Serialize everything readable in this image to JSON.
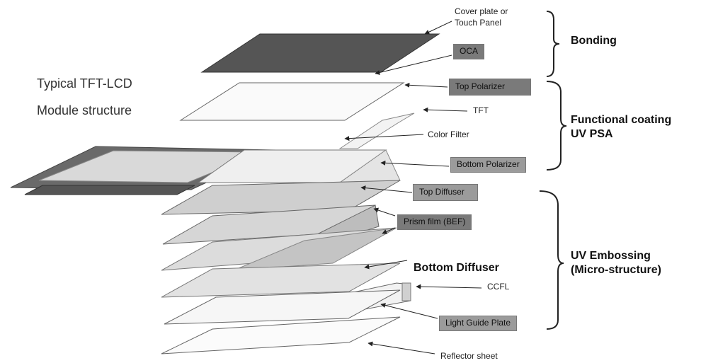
{
  "title": {
    "line1": "Typical TFT-LCD",
    "line2": "Module structure"
  },
  "layers": {
    "cover": {
      "line1": "Cover plate or",
      "line2": "Touch Panel"
    },
    "oca": "OCA",
    "top_polarizer": "Top Polarizer",
    "tft": "TFT",
    "color_filter": "Color Filter",
    "bottom_polarizer": "Bottom Polarizer",
    "top_diffuser": "Top Diffuser",
    "prism_film": "Prism film (BEF)",
    "bottom_diffuser": "Bottom Diffuser",
    "ccfl": "CCFL",
    "light_guide": "Light Guide Plate",
    "reflector": "Reflector sheet"
  },
  "groups": {
    "bonding": "Bonding",
    "functional": {
      "line1": "Functional coating",
      "line2": "UV PSA"
    },
    "embossing": {
      "line1": "UV Embossing",
      "line2": "(Micro-structure)"
    }
  }
}
